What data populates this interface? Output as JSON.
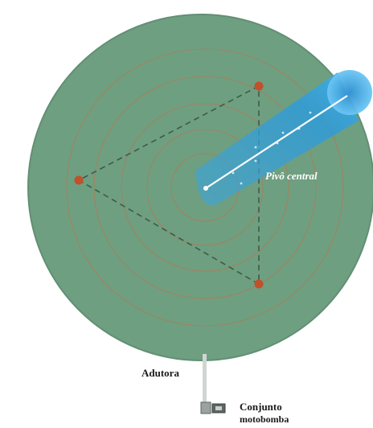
{
  "labels": {
    "pivot": "Pivô central",
    "main_line": "Adutora",
    "pump_line1": "Conjunto",
    "pump_line2": "motobomba"
  },
  "colors": {
    "field": "#6e9f80",
    "field_edge": "#5f8f71",
    "rings": "#b07a5a",
    "triangle": "#3f5a48",
    "points": "#c2502b",
    "spray": "#3aa6e0",
    "spray_tip": "#4fb8f0",
    "pivot_arm": "#ffffff",
    "pipe": "#cfd5d2"
  },
  "icons": {
    "points": "sprinkler-point-icon",
    "pump": "pump-icon"
  }
}
